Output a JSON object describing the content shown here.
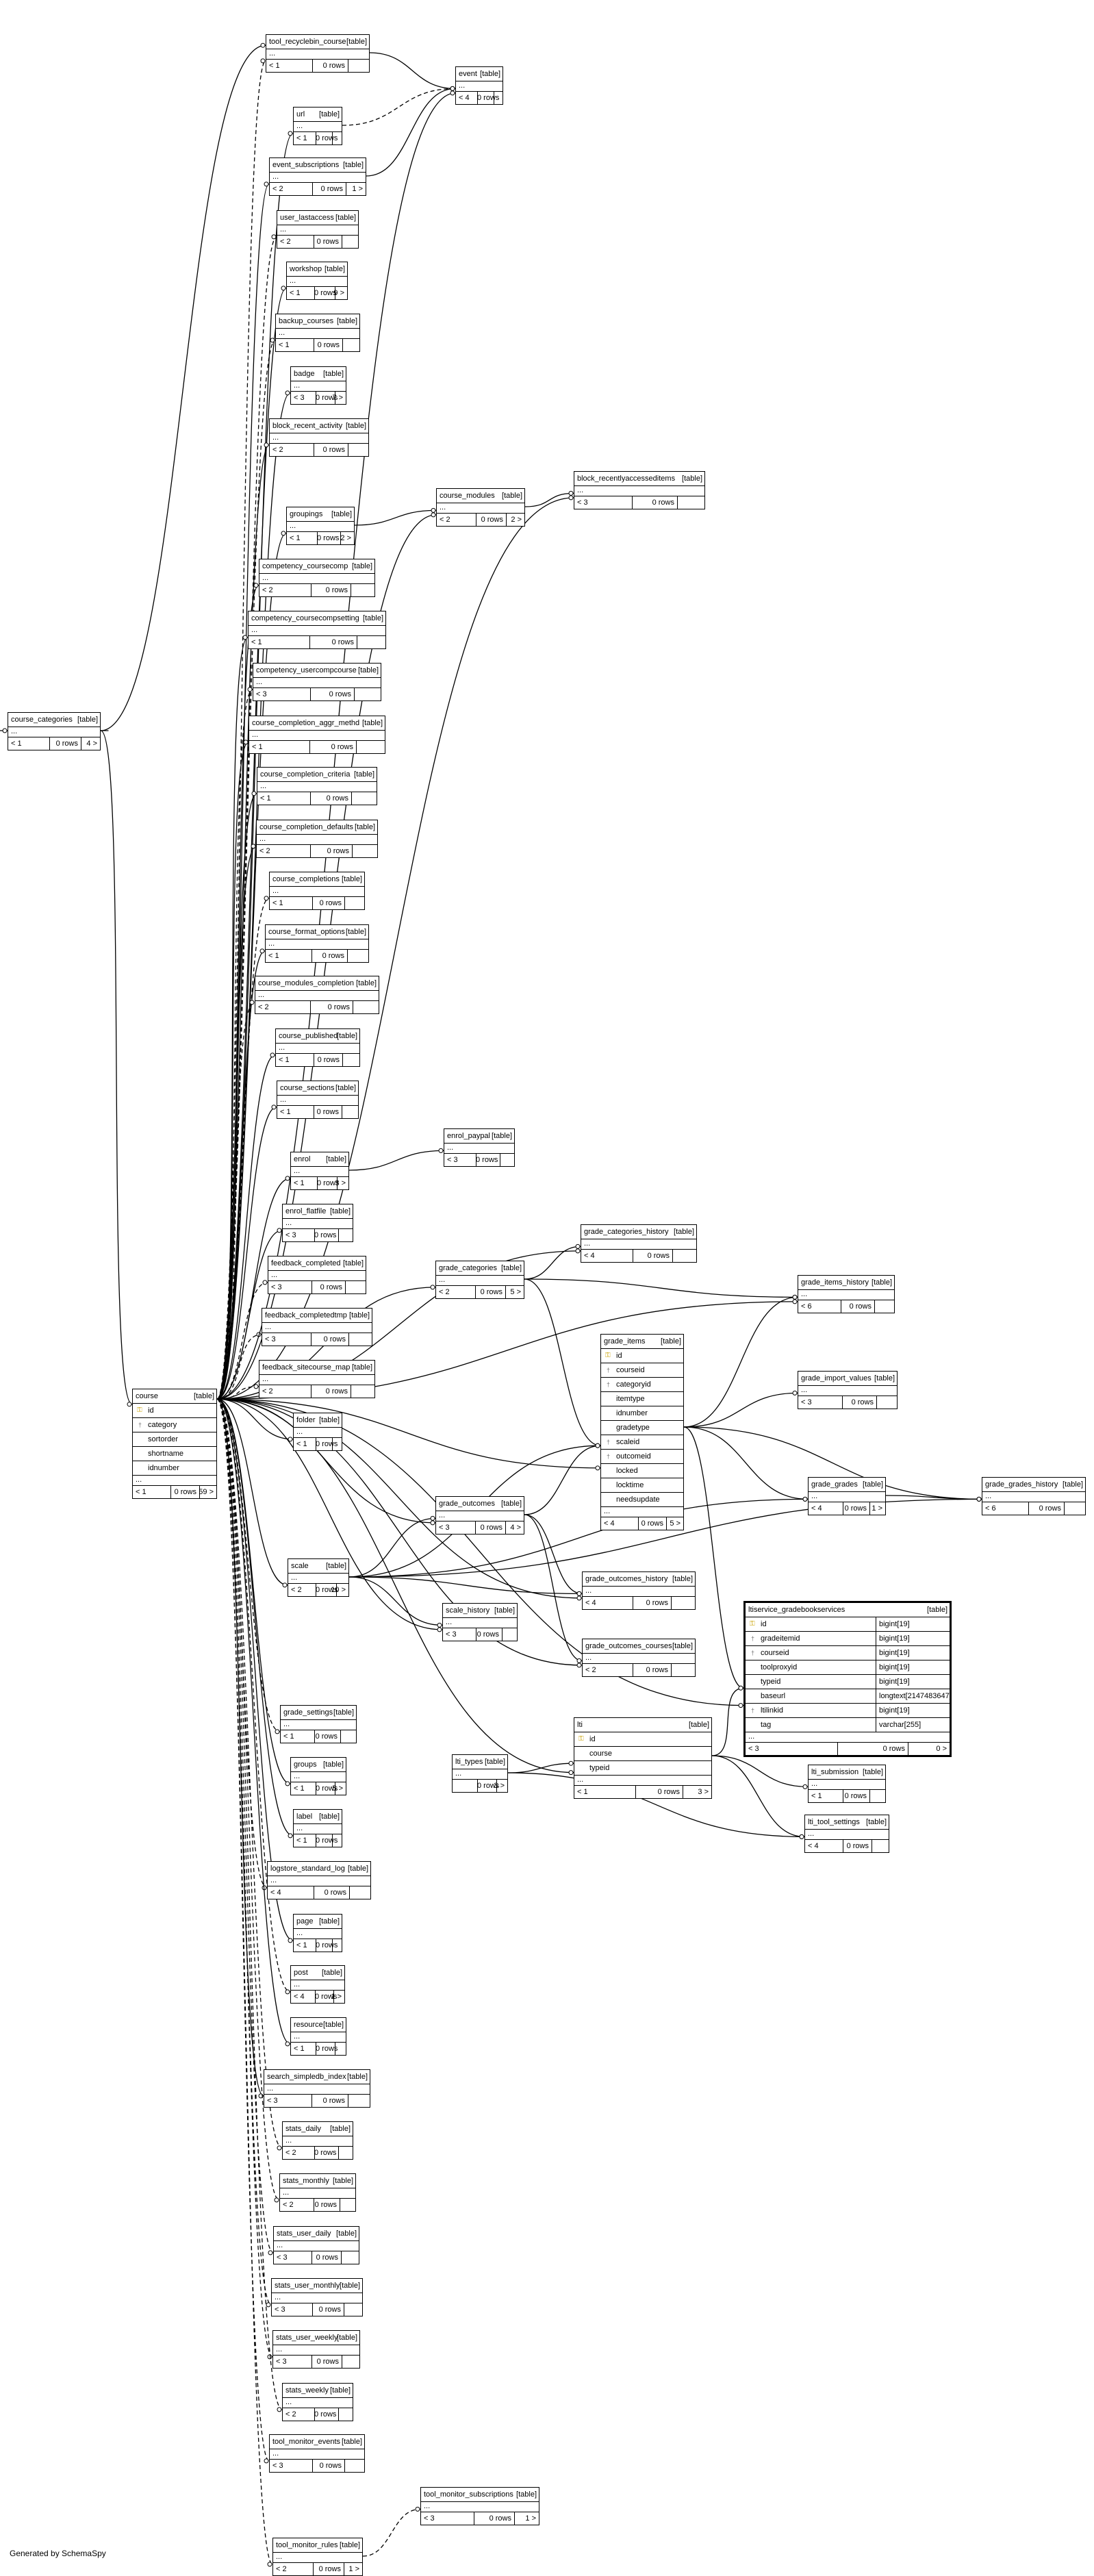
{
  "footer_text": "Generated by SchemaSpy",
  "tag": "[table]",
  "tables": [
    {
      "id": "tool_recyclebin_course",
      "name": "tool_recyclebin_course",
      "parents": "< 1",
      "rows": "0 rows",
      "children": ""
    },
    {
      "id": "event",
      "name": "event",
      "parents": "< 4",
      "rows": "0 rows",
      "children": ""
    },
    {
      "id": "url",
      "name": "url",
      "parents": "< 1",
      "rows": "0 rows",
      "children": ""
    },
    {
      "id": "event_subscriptions",
      "name": "event_subscriptions",
      "parents": "< 2",
      "rows": "0 rows",
      "children": "1 >"
    },
    {
      "id": "user_lastaccess",
      "name": "user_lastaccess",
      "parents": "< 2",
      "rows": "0 rows",
      "children": ""
    },
    {
      "id": "workshop",
      "name": "workshop",
      "parents": "< 1",
      "rows": "0 rows",
      "children": "9 >"
    },
    {
      "id": "backup_courses",
      "name": "backup_courses",
      "parents": "< 1",
      "rows": "0 rows",
      "children": ""
    },
    {
      "id": "badge",
      "name": "badge",
      "parents": "< 3",
      "rows": "0 rows",
      "children": "7 >"
    },
    {
      "id": "block_recent_activity",
      "name": "block_recent_activity",
      "parents": "< 2",
      "rows": "0 rows",
      "children": ""
    },
    {
      "id": "block_recentlyaccesseditems",
      "name": "block_recentlyaccesseditems",
      "parents": "< 3",
      "rows": "0 rows",
      "children": ""
    },
    {
      "id": "course_modules",
      "name": "course_modules",
      "parents": "< 2",
      "rows": "0 rows",
      "children": "2 >"
    },
    {
      "id": "groupings",
      "name": "groupings",
      "parents": "< 1",
      "rows": "0 rows",
      "children": "2 >"
    },
    {
      "id": "competency_coursecomp",
      "name": "competency_coursecomp",
      "parents": "< 2",
      "rows": "0 rows",
      "children": ""
    },
    {
      "id": "competency_coursecompsetting",
      "name": "competency_coursecompsetting",
      "parents": "< 1",
      "rows": "0 rows",
      "children": ""
    },
    {
      "id": "competency_usercompcourse",
      "name": "competency_usercompcourse",
      "parents": "< 3",
      "rows": "0 rows",
      "children": ""
    },
    {
      "id": "course_categories",
      "name": "course_categories",
      "parents": "< 1",
      "rows": "0 rows",
      "children": "4 >"
    },
    {
      "id": "course_completion_aggr_methd",
      "name": "course_completion_aggr_methd",
      "parents": "< 1",
      "rows": "0 rows",
      "children": ""
    },
    {
      "id": "course_completion_criteria",
      "name": "course_completion_criteria",
      "parents": "< 1",
      "rows": "0 rows",
      "children": ""
    },
    {
      "id": "course_completion_defaults",
      "name": "course_completion_defaults",
      "parents": "< 2",
      "rows": "0 rows",
      "children": ""
    },
    {
      "id": "course_completions",
      "name": "course_completions",
      "parents": "< 1",
      "rows": "0 rows",
      "children": ""
    },
    {
      "id": "course_format_options",
      "name": "course_format_options",
      "parents": "< 1",
      "rows": "0 rows",
      "children": ""
    },
    {
      "id": "course_modules_completion",
      "name": "course_modules_completion",
      "parents": "< 2",
      "rows": "0 rows",
      "children": ""
    },
    {
      "id": "course_published",
      "name": "course_published",
      "parents": "< 1",
      "rows": "0 rows",
      "children": ""
    },
    {
      "id": "course_sections",
      "name": "course_sections",
      "parents": "< 1",
      "rows": "0 rows",
      "children": ""
    },
    {
      "id": "enrol_paypal",
      "name": "enrol_paypal",
      "parents": "< 3",
      "rows": "0 rows",
      "children": ""
    },
    {
      "id": "enrol",
      "name": "enrol",
      "parents": "< 1",
      "rows": "0 rows",
      "children": "3 >"
    },
    {
      "id": "enrol_flatfile",
      "name": "enrol_flatfile",
      "parents": "< 3",
      "rows": "0 rows",
      "children": ""
    },
    {
      "id": "grade_categories_history",
      "name": "grade_categories_history",
      "parents": "< 4",
      "rows": "0 rows",
      "children": ""
    },
    {
      "id": "feedback_completed",
      "name": "feedback_completed",
      "parents": "< 3",
      "rows": "0 rows",
      "children": ""
    },
    {
      "id": "grade_categories",
      "name": "grade_categories",
      "parents": "< 2",
      "rows": "0 rows",
      "children": "5 >"
    },
    {
      "id": "grade_items_history",
      "name": "grade_items_history",
      "parents": "< 6",
      "rows": "0 rows",
      "children": ""
    },
    {
      "id": "feedback_completedtmp",
      "name": "feedback_completedtmp",
      "parents": "< 3",
      "rows": "0 rows",
      "children": ""
    },
    {
      "id": "feedback_sitecourse_map",
      "name": "feedback_sitecourse_map",
      "parents": "< 2",
      "rows": "0 rows",
      "children": ""
    },
    {
      "id": "grade_import_values",
      "name": "grade_import_values",
      "parents": "< 3",
      "rows": "0 rows",
      "children": ""
    },
    {
      "id": "folder",
      "name": "folder",
      "parents": "< 1",
      "rows": "0 rows",
      "children": ""
    },
    {
      "id": "grade_grades",
      "name": "grade_grades",
      "parents": "< 4",
      "rows": "0 rows",
      "children": "1 >"
    },
    {
      "id": "grade_grades_history",
      "name": "grade_grades_history",
      "parents": "< 6",
      "rows": "0 rows",
      "children": ""
    },
    {
      "id": "grade_outcomes",
      "name": "grade_outcomes",
      "parents": "< 3",
      "rows": "0 rows",
      "children": "4 >"
    },
    {
      "id": "scale",
      "name": "scale",
      "parents": "< 2",
      "rows": "0 rows",
      "children": "10 >"
    },
    {
      "id": "grade_outcomes_history",
      "name": "grade_outcomes_history",
      "parents": "< 4",
      "rows": "0 rows",
      "children": ""
    },
    {
      "id": "scale_history",
      "name": "scale_history",
      "parents": "< 3",
      "rows": "0 rows",
      "children": ""
    },
    {
      "id": "grade_outcomes_courses",
      "name": "grade_outcomes_courses",
      "parents": "< 2",
      "rows": "0 rows",
      "children": ""
    },
    {
      "id": "grade_settings",
      "name": "grade_settings",
      "parents": "< 1",
      "rows": "0 rows",
      "children": ""
    },
    {
      "id": "groups",
      "name": "groups",
      "parents": "< 1",
      "rows": "0 rows",
      "children": "5 >"
    },
    {
      "id": "lti_types",
      "name": "lti_types",
      "parents": "",
      "rows": "0 rows",
      "children": "3 >"
    },
    {
      "id": "lti_submission",
      "name": "lti_submission",
      "parents": "< 1",
      "rows": "0 rows",
      "children": ""
    },
    {
      "id": "label",
      "name": "label",
      "parents": "< 1",
      "rows": "0 rows",
      "children": ""
    },
    {
      "id": "lti_tool_settings",
      "name": "lti_tool_settings",
      "parents": "< 4",
      "rows": "0 rows",
      "children": ""
    },
    {
      "id": "logstore_standard_log",
      "name": "logstore_standard_log",
      "parents": "< 4",
      "rows": "0 rows",
      "children": ""
    },
    {
      "id": "page",
      "name": "page",
      "parents": "< 1",
      "rows": "0 rows",
      "children": ""
    },
    {
      "id": "post",
      "name": "post",
      "parents": "< 4",
      "rows": "0 rows",
      "children": "1 >"
    },
    {
      "id": "resource",
      "name": "resource",
      "parents": "< 1",
      "rows": "0 rows",
      "children": ""
    },
    {
      "id": "search_simpledb_index",
      "name": "search_simpledb_index",
      "parents": "< 3",
      "rows": "0 rows",
      "children": ""
    },
    {
      "id": "stats_daily",
      "name": "stats_daily",
      "parents": "< 2",
      "rows": "0 rows",
      "children": ""
    },
    {
      "id": "stats_monthly",
      "name": "stats_monthly",
      "parents": "< 2",
      "rows": "0 rows",
      "children": ""
    },
    {
      "id": "stats_user_daily",
      "name": "stats_user_daily",
      "parents": "< 3",
      "rows": "0 rows",
      "children": ""
    },
    {
      "id": "stats_user_monthly",
      "name": "stats_user_monthly",
      "parents": "< 3",
      "rows": "0 rows",
      "children": ""
    },
    {
      "id": "stats_user_weekly",
      "name": "stats_user_weekly",
      "parents": "< 3",
      "rows": "0 rows",
      "children": ""
    },
    {
      "id": "stats_weekly",
      "name": "stats_weekly",
      "parents": "< 2",
      "rows": "0 rows",
      "children": ""
    },
    {
      "id": "tool_monitor_events",
      "name": "tool_monitor_events",
      "parents": "< 3",
      "rows": "0 rows",
      "children": ""
    },
    {
      "id": "tool_monitor_subscriptions",
      "name": "tool_monitor_subscriptions",
      "parents": "< 3",
      "rows": "0 rows",
      "children": "1 >"
    },
    {
      "id": "tool_monitor_rules",
      "name": "tool_monitor_rules",
      "parents": "< 2",
      "rows": "0 rows",
      "children": "1 >"
    }
  ],
  "course": {
    "name": "course",
    "parents": "< 1",
    "rows": "0 rows",
    "children": "59 >",
    "columns": [
      {
        "name": "id",
        "key": "pk"
      },
      {
        "name": "category",
        "key": "fk"
      },
      {
        "name": "sortorder",
        "key": ""
      },
      {
        "name": "shortname",
        "key": ""
      },
      {
        "name": "idnumber",
        "key": ""
      }
    ]
  },
  "grade_items": {
    "name": "grade_items",
    "parents": "< 4",
    "rows": "0 rows",
    "children": "5 >",
    "columns": [
      {
        "name": "id",
        "key": "pk"
      },
      {
        "name": "courseid",
        "key": "fk"
      },
      {
        "name": "categoryid",
        "key": "fk"
      },
      {
        "name": "itemtype",
        "key": ""
      },
      {
        "name": "idnumber",
        "key": ""
      },
      {
        "name": "gradetype",
        "key": ""
      },
      {
        "name": "scaleid",
        "key": "fk"
      },
      {
        "name": "outcomeid",
        "key": "fk"
      },
      {
        "name": "locked",
        "key": ""
      },
      {
        "name": "locktime",
        "key": ""
      },
      {
        "name": "needsupdate",
        "key": ""
      }
    ]
  },
  "lti": {
    "name": "lti",
    "parents": "< 1",
    "rows": "0 rows",
    "children": "3 >",
    "columns": [
      {
        "name": "id",
        "key": "pk"
      },
      {
        "name": "course",
        "key": ""
      },
      {
        "name": "typeid",
        "key": ""
      }
    ]
  },
  "ltiservice": {
    "name": "ltiservice_gradebookservices",
    "parents": "< 3",
    "rows": "0 rows",
    "children": "0 >",
    "columns": [
      {
        "name": "id",
        "key": "pk",
        "type": "bigint[19]"
      },
      {
        "name": "gradeitemid",
        "key": "fk",
        "type": "bigint[19]"
      },
      {
        "name": "courseid",
        "key": "fk",
        "type": "bigint[19]"
      },
      {
        "name": "toolproxyid",
        "key": "",
        "type": "bigint[19]"
      },
      {
        "name": "typeid",
        "key": "",
        "type": "bigint[19]"
      },
      {
        "name": "baseurl",
        "key": "",
        "type": "longtext[2147483647]"
      },
      {
        "name": "ltilinkid",
        "key": "fk",
        "type": "bigint[19]"
      },
      {
        "name": "tag",
        "key": "",
        "type": "varchar[255]"
      }
    ]
  }
}
